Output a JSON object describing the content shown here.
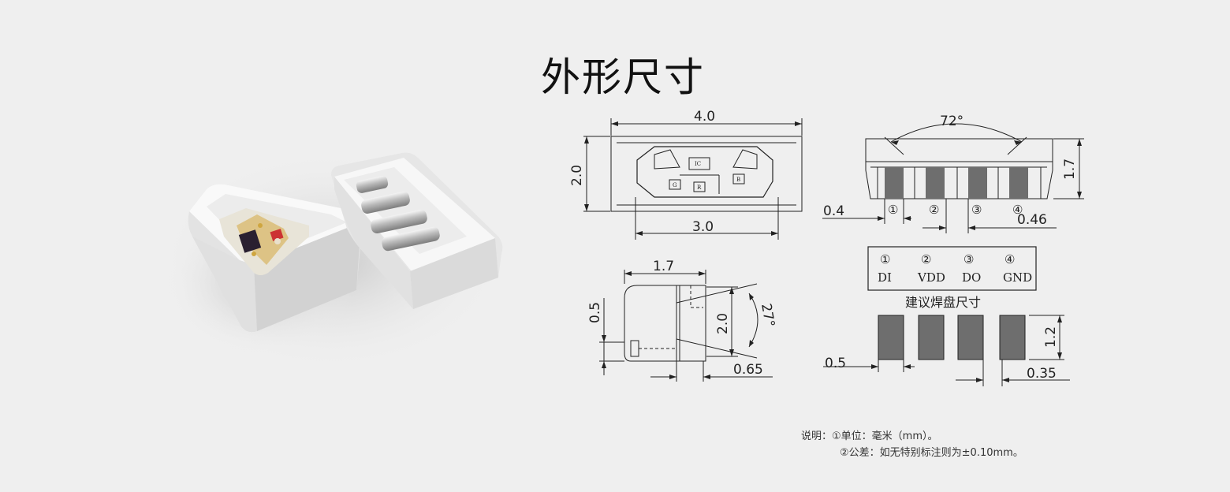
{
  "title": "外形尺寸",
  "top_view": {
    "width": "4.0",
    "height": "2.0",
    "inner_width": "3.0",
    "chip_labels": [
      "IC",
      "G",
      "R",
      "B"
    ]
  },
  "front_view": {
    "angle": "72°",
    "height": "1.7",
    "pad_offset": "0.4",
    "pad_width": "0.46",
    "pin_numbers": [
      "①",
      "②",
      "③",
      "④"
    ]
  },
  "side_view": {
    "depth": "1.7",
    "lens_height": "0.5",
    "height": "2.0",
    "angle": "27°",
    "step": "0.65"
  },
  "pin_table": {
    "numbers": [
      "①",
      "②",
      "③",
      "④"
    ],
    "names": [
      "DI",
      "VDD",
      "DO",
      "GND"
    ]
  },
  "pad_layout": {
    "caption": "建议焊盘尺寸",
    "pad_height": "1.2",
    "pad_gap": "0.5",
    "pad_width": "0.35"
  },
  "notes": {
    "line1": "说明：①单位：毫米（mm）。",
    "line2": "②公差：如无特别标注则为±0.10mm。"
  },
  "colors": {
    "line": "#222222",
    "pad": "#6e6e6e",
    "background": "#efefef"
  }
}
